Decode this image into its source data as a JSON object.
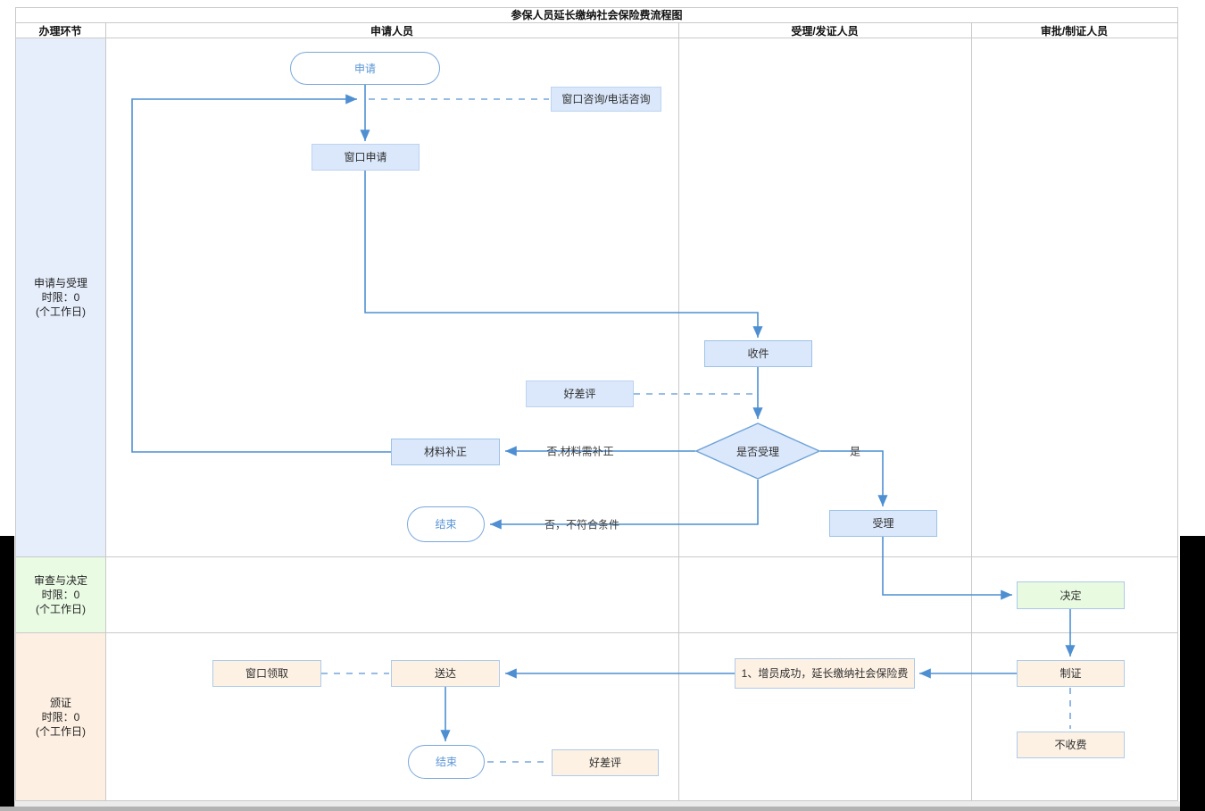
{
  "title": "参保人员延长缴纳社会保险费流程图",
  "columns": {
    "c1": "办理环节",
    "c2": "申请人员",
    "c3": "受理/发证人员",
    "c4": "审批/制证人员"
  },
  "lanes": [
    {
      "name": "申请与受理",
      "limit": "时限：0",
      "unit": "(个工作日)"
    },
    {
      "name": "审查与决定",
      "limit": "时限：0",
      "unit": "(个工作日)"
    },
    {
      "name": "颁证",
      "limit": "时限：0",
      "unit": "(个工作日)"
    }
  ],
  "nodes": {
    "start": "申请",
    "consult": "窗口咨询/电话咨询",
    "window_apply": "窗口申请",
    "receive_doc": "收件",
    "rating1": "好差评",
    "decision": "是否受理",
    "material_fix": "材料补正",
    "end1": "结束",
    "accept": "受理",
    "decide": "决定",
    "make_cert": "制证",
    "no_fee": "不收费",
    "result_note": "1、增员成功，延长缴纳社会保险费",
    "deliver": "送达",
    "window_pickup": "窗口领取",
    "end2": "结束",
    "rating2": "好差评"
  },
  "edge_labels": {
    "no_fix": "否,材料需补正",
    "no_reject": "否，不符合条件",
    "yes": "是"
  },
  "colors": {
    "flow_blue": "#4e8fd2",
    "dashed_blue": "#76a5dc",
    "node_blue_fill": "#dbe8fb",
    "node_blue_border": "#9dc2e8",
    "node_peach_fill": "#fdf1e4",
    "node_green_fill": "#e8fbe1",
    "stadium_border": "#79a8da",
    "lane1_fill": "#e6eefc",
    "lane2_fill": "#eafbe4",
    "lane3_fill": "#fdf0e2",
    "grid_line": "#c9c9c9"
  }
}
